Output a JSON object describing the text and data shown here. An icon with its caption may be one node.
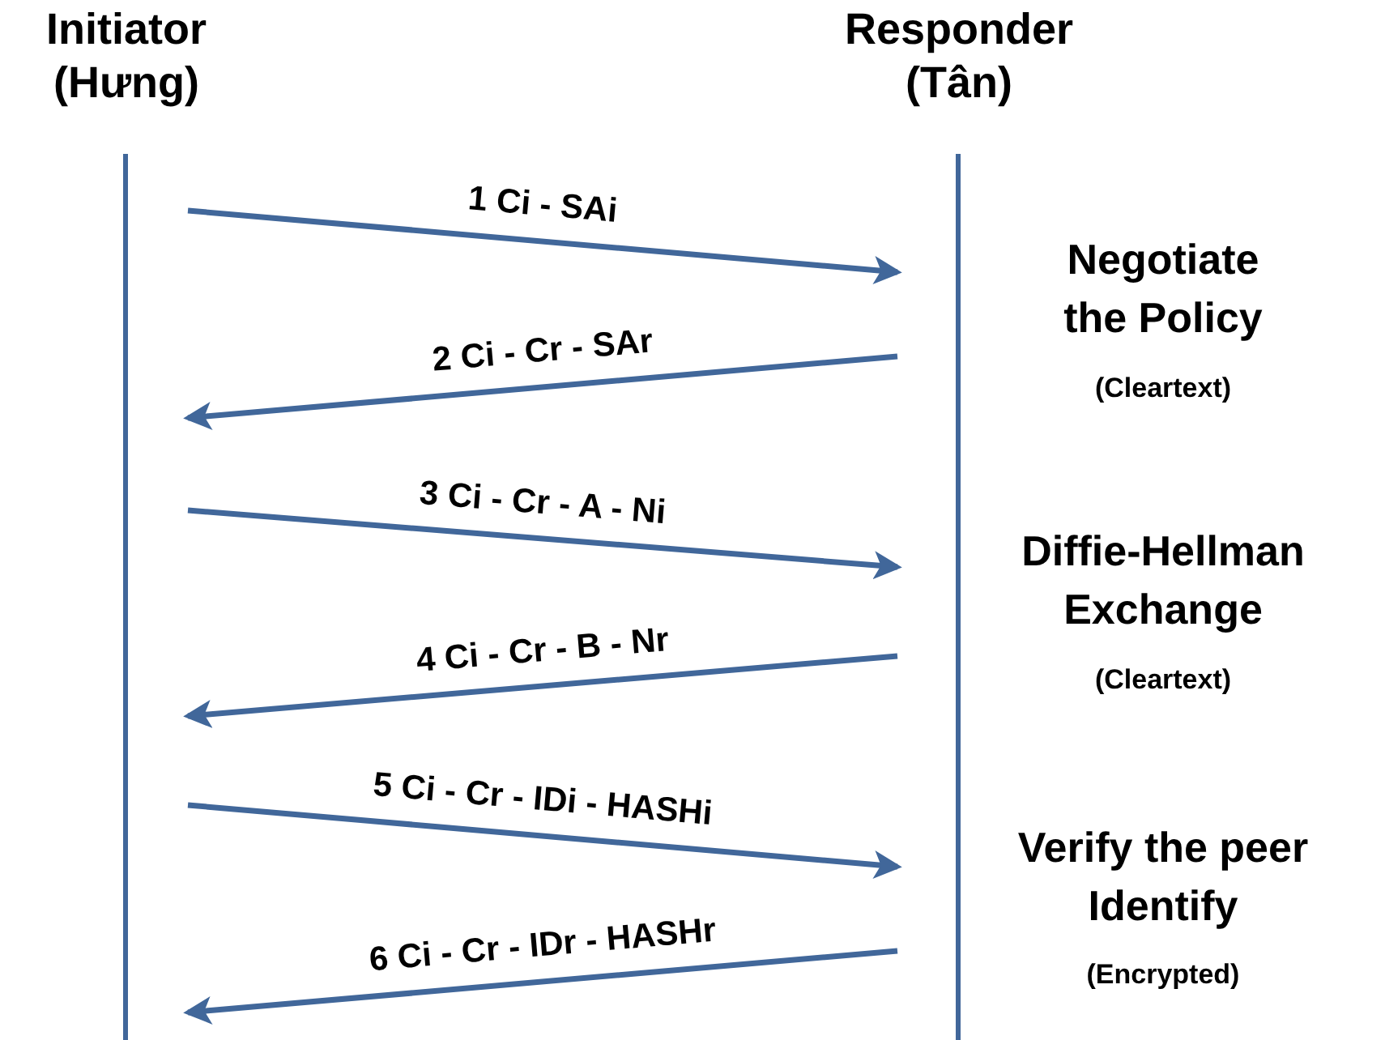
{
  "diagram": {
    "nodes": [
      {
        "text": [
          "Initiator (Hưng)"
        ]
      },
      {
        "text": [
          "Responder (Tân)"
        ]
      },
      {
        "text": [],
        "shape": "bar"
      },
      {
        "text": [],
        "shape": "bar"
      }
    ],
    "edges": [
      {
        "from": 2,
        "to": 3,
        "arrow": "to",
        "label": "1 Ci - SAi"
      },
      {
        "from": 3,
        "to": 2,
        "arrow": "to",
        "label": "2 Ci - Cr - SAr"
      },
      {
        "from": 2,
        "to": 3,
        "arrow": "to",
        "label": "3 Ci - Cr - A - Ni"
      },
      {
        "from": 3,
        "to": 2,
        "arrow": "to",
        "label": "4 Ci - Cr - B - Nr"
      },
      {
        "from": 2,
        "to": 3,
        "arrow": "to",
        "label": "5 Ci - Cr - IDi - HASHi"
      },
      {
        "from": 3,
        "to": 2,
        "arrow": "to",
        "label": "6 Ci - Cr - IDr - HASHr"
      }
    ],
    "labels": [
      "Negotiate the Policy",
      "(Cleartext)",
      "Diffie-Hellman Exchange",
      "(Cleartext)",
      "Verify the peer Identify",
      "(Encrypted)"
    ]
  }
}
